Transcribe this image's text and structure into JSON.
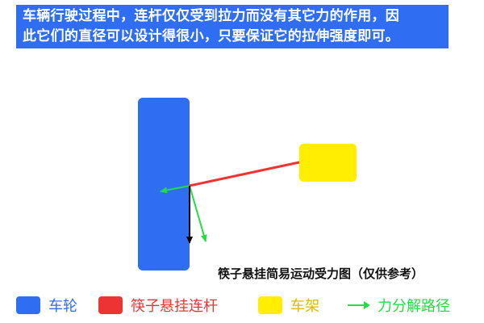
{
  "caption": {
    "line1": "车辆行驶过程中，连杆仅仅受到拉力而没有其它力的作用，因",
    "line2": "此它们的直径可以设计得很小，只要保证它的拉伸强度即可。"
  },
  "diagram": {
    "title": "筷子悬挂简易运动受力图（仅供参考）",
    "colors": {
      "wheel": "#2f6ef2",
      "link": "#ee3333",
      "frame": "#ffee00",
      "force_path": "#22dd44",
      "tension": "#000000"
    }
  },
  "legend": {
    "items": [
      {
        "label": "车轮",
        "color": "#2f6ef2",
        "label_color": "#2f6ef2",
        "icon": "swatch"
      },
      {
        "label": "筷子悬挂连杆",
        "color": "#ee3333",
        "label_color": "#ee3333",
        "icon": "swatch"
      },
      {
        "label": "车架",
        "color": "#ffee00",
        "label_color": "#e0b800",
        "icon": "swatch"
      },
      {
        "label": "力分解路径",
        "color": "#22dd44",
        "label_color": "#22dd44",
        "icon": "arrow-icon"
      }
    ]
  }
}
